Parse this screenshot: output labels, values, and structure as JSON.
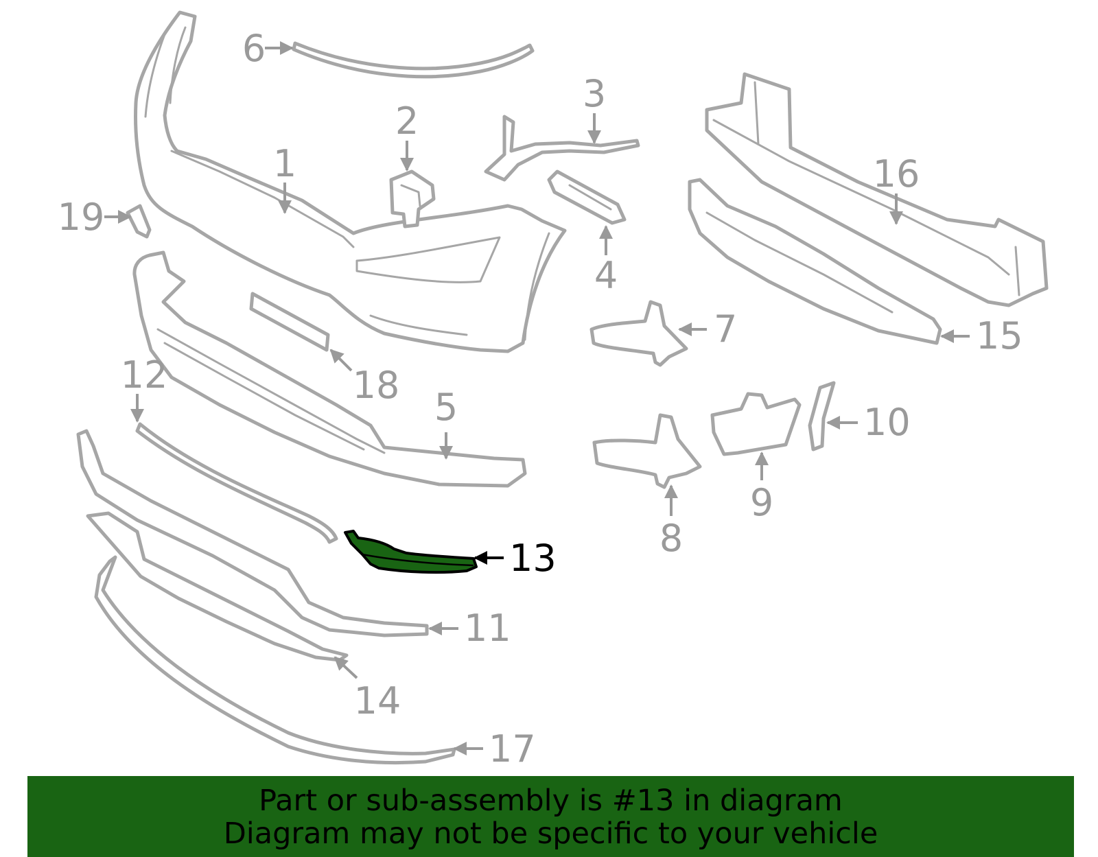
{
  "highlight_color": "#196413",
  "part_stroke_color": "#a6a6a6",
  "highlighted_part": "13",
  "callouts": [
    "1",
    "2",
    "3",
    "4",
    "5",
    "6",
    "7",
    "8",
    "9",
    "10",
    "11",
    "12",
    "13",
    "14",
    "15",
    "16",
    "17",
    "18",
    "19"
  ],
  "banner": {
    "line1": "Part or sub-assembly is #13 in diagram",
    "line2": "Diagram may not be specific to your vehicle"
  }
}
